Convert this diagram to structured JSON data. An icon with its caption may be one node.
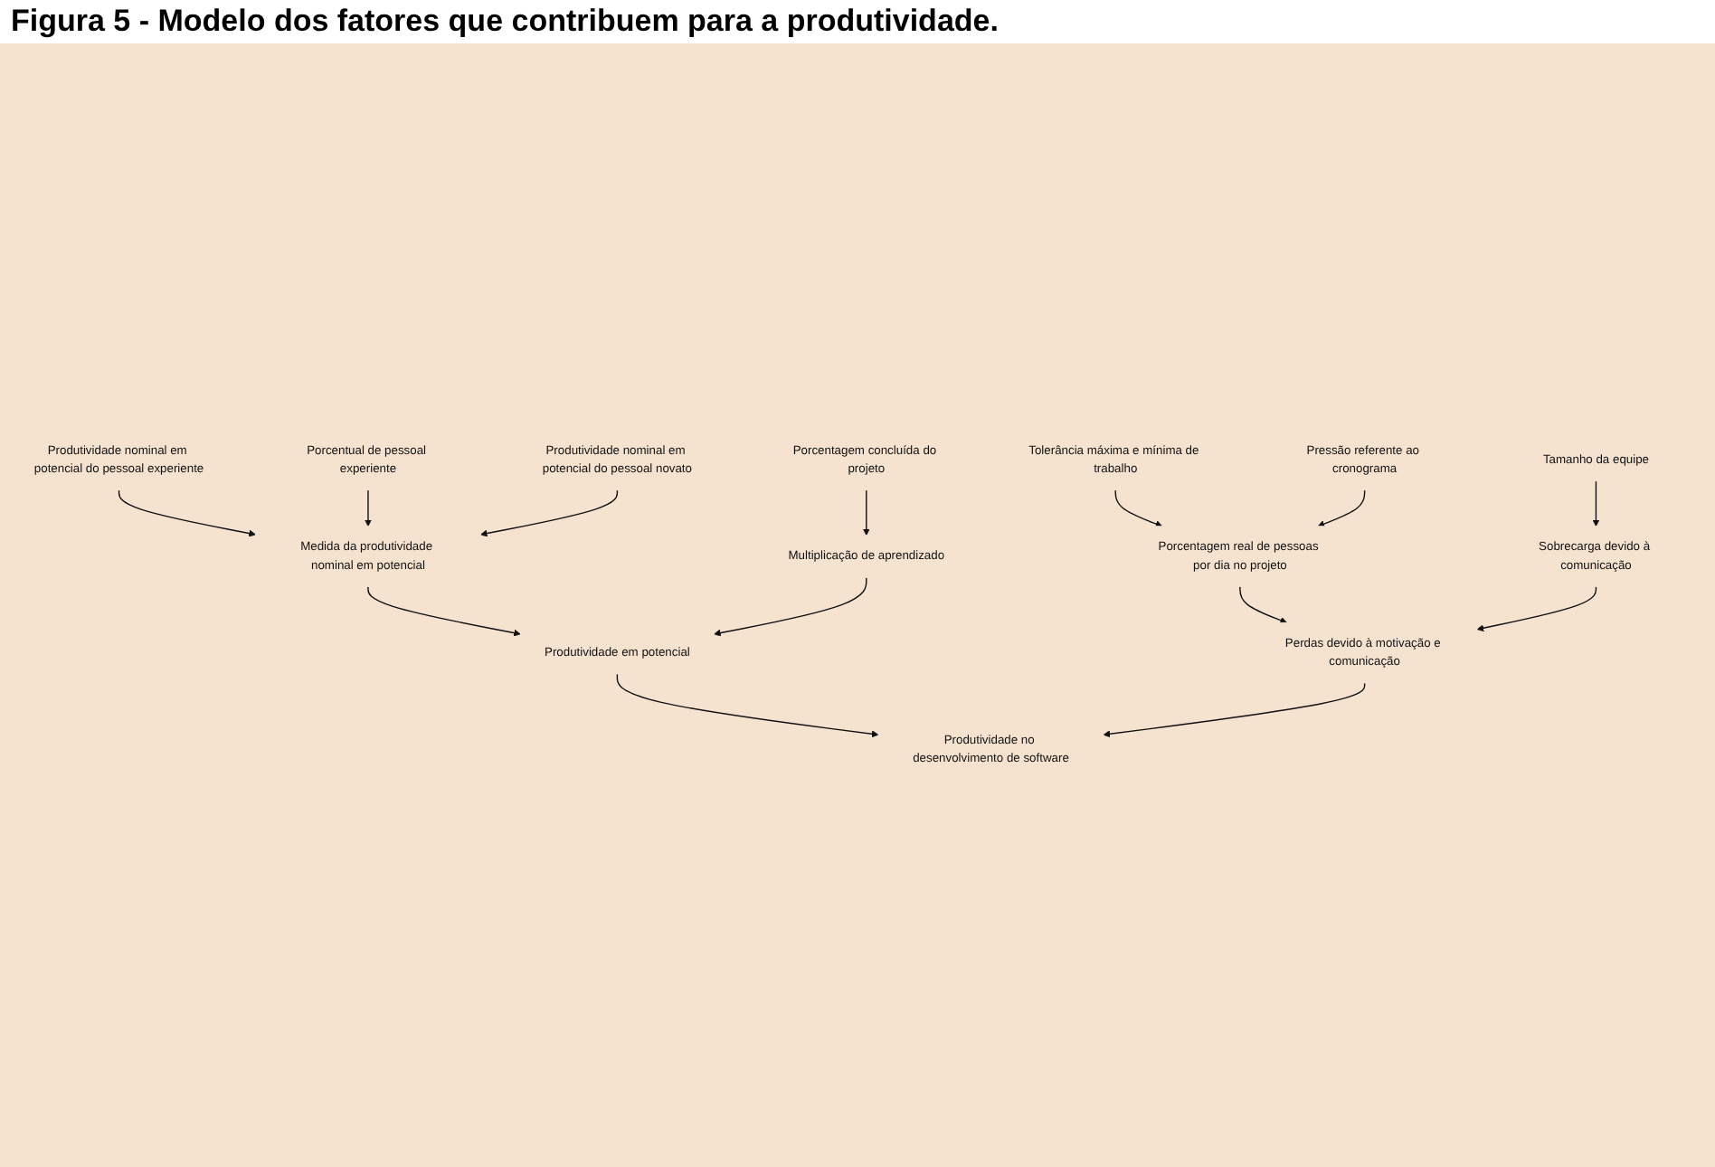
{
  "diagram": {
    "title": "Figura 5 - Modelo dos fatores que contribuem para a produtividade.",
    "nodes": [
      {
        "text": [
          "Porcentual de pessoal experiente"
        ]
      },
      {
        "text": [
          "Porcentagem concluída do projeto"
        ]
      },
      {
        "text": [
          "Produtividade nominal em potencial do pessoal novato"
        ]
      },
      {
        "text": [
          "Produtividade nominal em potencial do pessoal experiente"
        ]
      },
      {
        "text": [
          "Medida da produtividade nominal em potencial"
        ]
      },
      {
        "text": [
          "Multiplicação de aprendizado"
        ]
      },
      {
        "text": [
          "Produtividade em potencial"
        ]
      },
      {
        "text": [
          "Produtividade no desenvolvimento de software"
        ]
      },
      {
        "text": [
          "Porcentagem real de pessoas por dia no projeto"
        ]
      },
      {
        "text": [
          "Perdas devido à motivação e comunicação"
        ]
      },
      {
        "text": [
          "Sobrecarga devido à comunicação"
        ]
      },
      {
        "text": [
          "Tolerância máxima e mínima de trabalho"
        ]
      },
      {
        "text": [
          "Pressão referente ao cronograma"
        ]
      },
      {
        "text": [
          "Tamanho da equipe"
        ]
      }
    ],
    "edges": [
      {
        "from": 3,
        "to": 4,
        "arrow": "to"
      },
      {
        "from": 0,
        "to": 4,
        "arrow": "to"
      },
      {
        "from": 2,
        "to": 4,
        "arrow": "to"
      },
      {
        "from": 1,
        "to": 5,
        "arrow": "to"
      },
      {
        "from": 4,
        "to": 6,
        "arrow": "to"
      },
      {
        "from": 5,
        "to": 6,
        "arrow": "to"
      },
      {
        "from": 6,
        "to": 7,
        "arrow": "to"
      },
      {
        "from": 9,
        "to": 7,
        "arrow": "to"
      },
      {
        "from": 8,
        "to": 9,
        "arrow": "to"
      },
      {
        "from": 10,
        "to": 9,
        "arrow": "to"
      },
      {
        "from": 11,
        "to": 8,
        "arrow": "to"
      },
      {
        "from": 12,
        "to": 8,
        "arrow": "to"
      },
      {
        "from": 13,
        "to": 10,
        "arrow": "to"
      }
    ]
  }
}
